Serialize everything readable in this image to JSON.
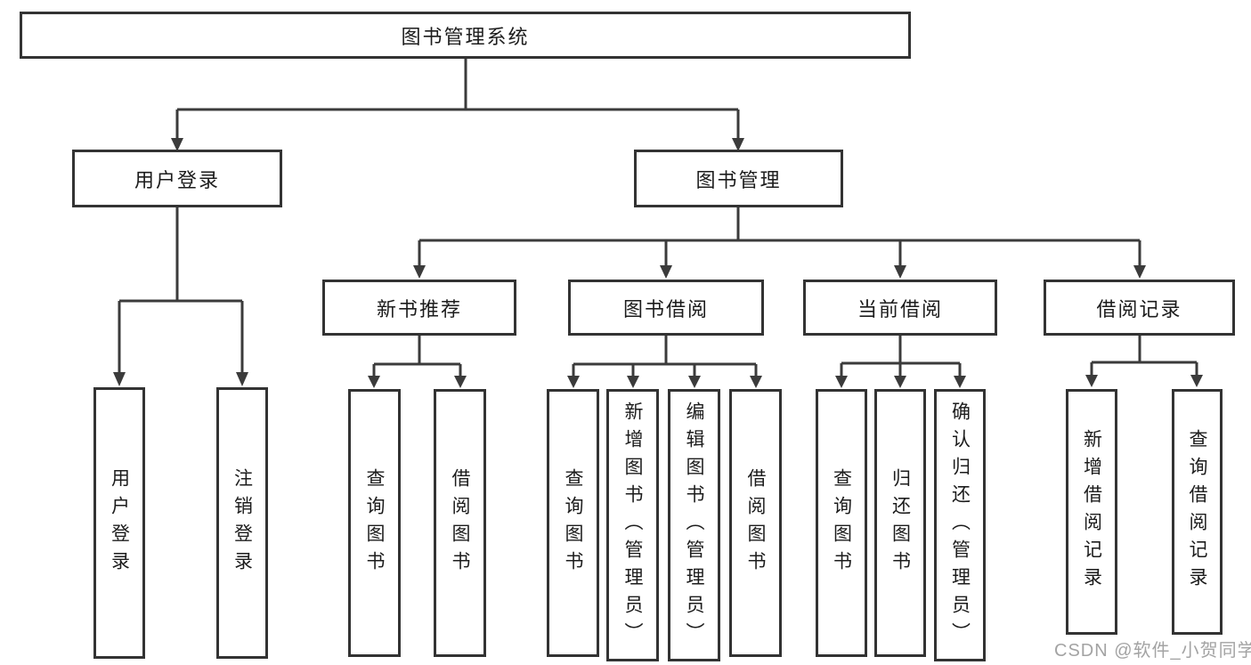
{
  "diagram": {
    "root": {
      "label": "图书管理系统"
    },
    "branches": [
      {
        "label": "用户登录",
        "children": [
          {
            "label": "用户登录"
          },
          {
            "label": "注销登录"
          }
        ]
      },
      {
        "label": "图书管理",
        "children": [
          {
            "label": "新书推荐",
            "children": [
              {
                "label": "查询图书"
              },
              {
                "label": "借阅图书"
              }
            ]
          },
          {
            "label": "图书借阅",
            "children": [
              {
                "label": "查询图书"
              },
              {
                "label": "新增图书（管理员）"
              },
              {
                "label": "编辑图书（管理员）"
              },
              {
                "label": "借阅图书"
              }
            ]
          },
          {
            "label": "当前借阅",
            "children": [
              {
                "label": "查询图书"
              },
              {
                "label": "归还图书"
              },
              {
                "label": "确认归还（管理员）"
              }
            ]
          },
          {
            "label": "借阅记录",
            "children": [
              {
                "label": "新增借阅记录"
              },
              {
                "label": "查询借阅记录"
              }
            ]
          }
        ]
      }
    ]
  },
  "watermark": {
    "text": "CSDN @软件_小贺同学"
  },
  "colors": {
    "line": "#3b3b3b",
    "box_border": "#333333",
    "text": "#1c1c1c",
    "watermark": "#a3a3a3",
    "background": "#ffffff"
  }
}
